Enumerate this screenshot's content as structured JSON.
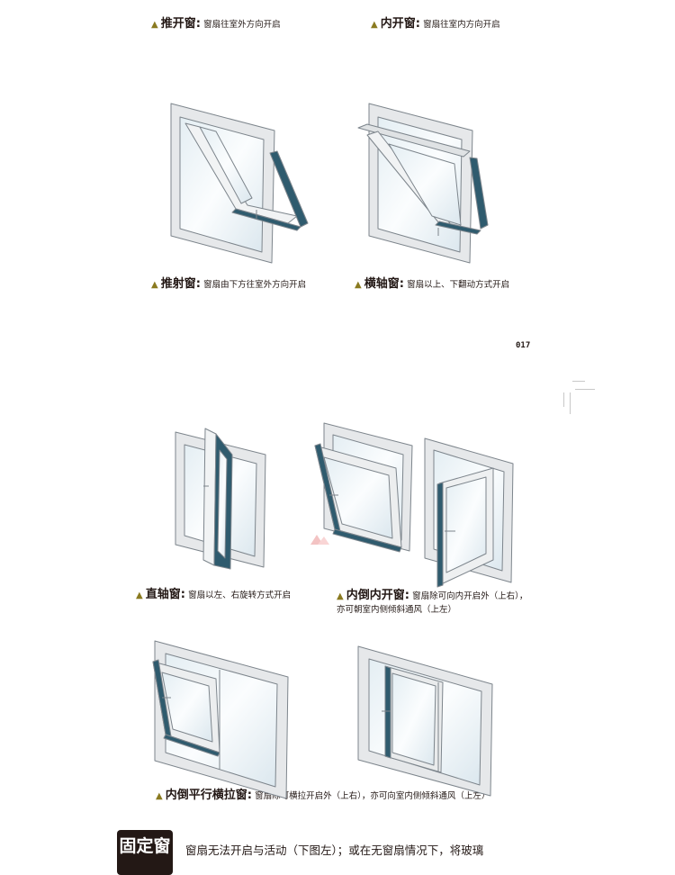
{
  "captions": [
    {
      "title": "推开窗",
      "desc": "窗扇往室外方向开启"
    },
    {
      "title": "内开窗",
      "desc": "窗扇往室内方向开启"
    },
    {
      "title": "推射窗",
      "desc": "窗扇由下方往室外方向开启"
    },
    {
      "title": "横轴窗",
      "desc": "窗扇以上、下翻动方式开启"
    },
    {
      "title": "直轴窗",
      "desc": "窗扇以左、右旋转方式开启"
    },
    {
      "title": "内倒内开窗",
      "desc": "窗扇除可向内开启外（上右），亦可朝室内侧倾斜通风（上左）"
    },
    {
      "title": "内倒平行横拉窗",
      "desc": "窗扇除可横拉开启外（上右），亦可向室内侧倾斜通风（上左）"
    }
  ],
  "bullet": "▲",
  "separator": ":",
  "page_number": "017",
  "fixed_window": {
    "badge": "固定窗",
    "desc": "窗扇无法开启与活动（下图左）；或在无窗扇情况下，将玻璃"
  },
  "colors": {
    "frame": "#e6e8ea",
    "frame_stroke": "#7d858c",
    "sash_edge": "#2f5b6e",
    "glass": "#eef5f8",
    "bullet": "#8a7a20"
  }
}
